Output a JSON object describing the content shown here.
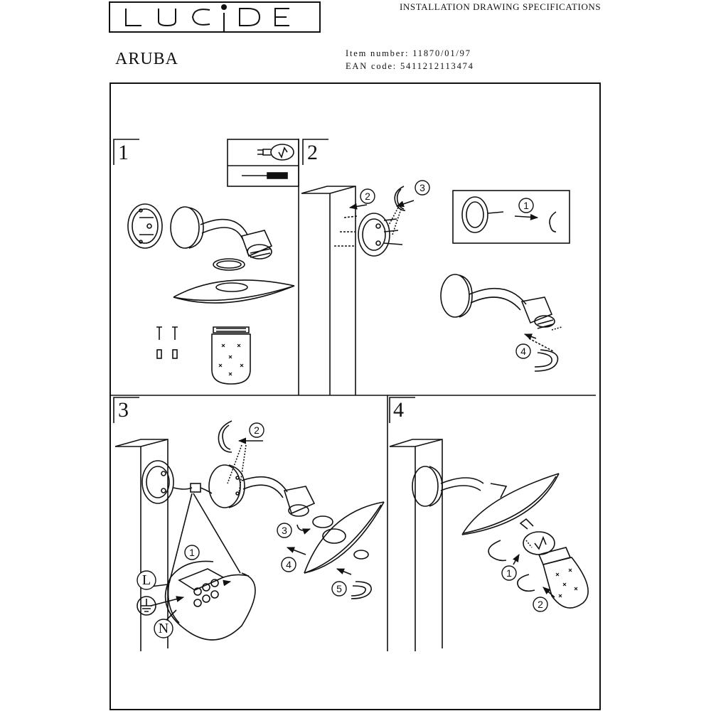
{
  "header": {
    "brand": "LUCIDE",
    "doc_title": "INSTALLATION DRAWING SPECIFICATIONS",
    "product_name": "ARUBA",
    "item_number": "Item number: 11870/01/97",
    "ean_code": "EAN code: 5411212113474"
  },
  "steps": [
    {
      "number": "1"
    },
    {
      "number": "2",
      "callouts": [
        "1",
        "2",
        "3",
        "4"
      ]
    },
    {
      "number": "3",
      "callouts": [
        "1",
        "2",
        "3",
        "4",
        "5"
      ],
      "wire_labels": [
        "L",
        "N"
      ]
    },
    {
      "number": "4",
      "callouts": [
        "1",
        "2"
      ]
    }
  ]
}
